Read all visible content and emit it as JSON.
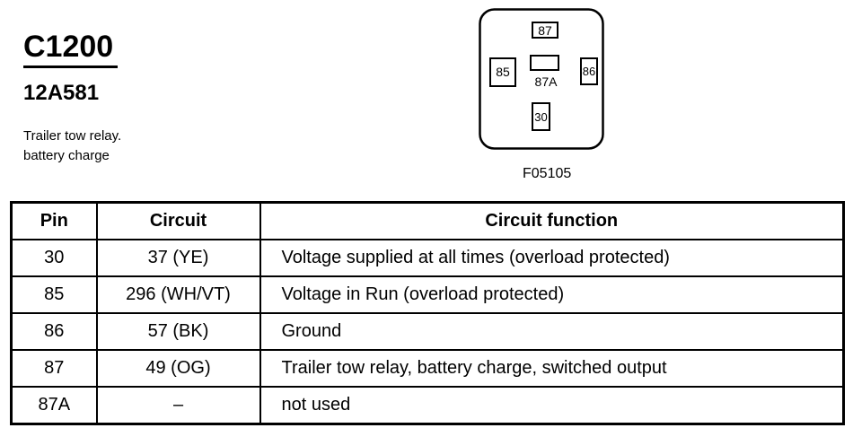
{
  "header": {
    "connector_id": "C1200",
    "part_number": "12A581",
    "description": [
      "Trailer tow relay.",
      "battery charge"
    ]
  },
  "diagram": {
    "figure_id": "F05105",
    "pins": {
      "top": "87",
      "left": "85",
      "right": "86",
      "bottom": "30",
      "center": "87A"
    }
  },
  "table": {
    "headers": [
      "Pin",
      "Circuit",
      "Circuit function"
    ],
    "rows": [
      {
        "pin": "30",
        "circuit": "37 (YE)",
        "function": "Voltage supplied at all times (overload protected)"
      },
      {
        "pin": "85",
        "circuit": "296 (WH/VT)",
        "function": "Voltage in Run (overload protected)"
      },
      {
        "pin": "86",
        "circuit": "57 (BK)",
        "function": "Ground"
      },
      {
        "pin": "87",
        "circuit": "49 (OG)",
        "function": "Trailer tow relay, battery charge, switched output"
      },
      {
        "pin": "87A",
        "circuit": "–",
        "function": "not used"
      }
    ]
  }
}
